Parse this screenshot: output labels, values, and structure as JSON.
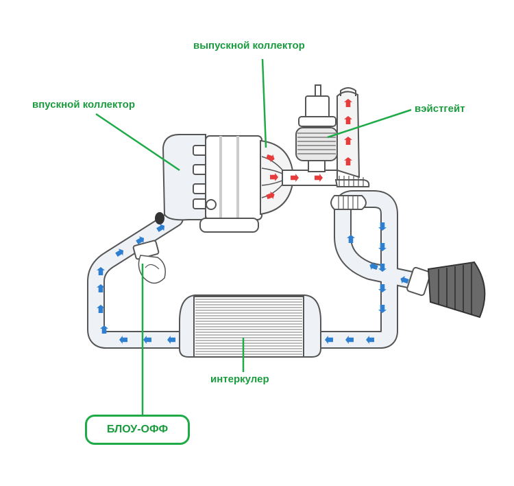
{
  "labels": {
    "exhaust_manifold": "выпускной коллектор",
    "intake_manifold": "впускной коллектор",
    "wastegate": "вэйстгейт",
    "intercooler": "интеркулер",
    "blow_off": "БЛОУ-ОФФ"
  },
  "colors": {
    "label_green": "#1a9c3e",
    "line_green": "#1faa48",
    "outline": "#555555",
    "pipe_fill": "#eef2f6",
    "intake_arrow": "#2f7fd0",
    "exhaust_arrow": "#e63c3c"
  }
}
